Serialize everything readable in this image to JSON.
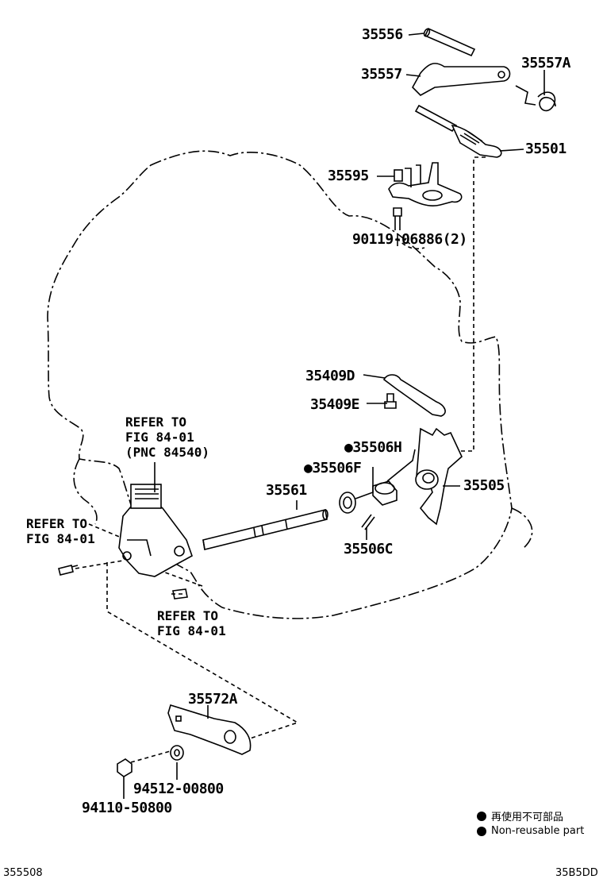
{
  "parts": [
    {
      "id": "p35556",
      "label": "35556"
    },
    {
      "id": "p35557",
      "label": "35557"
    },
    {
      "id": "p35557A",
      "label": "35557A"
    },
    {
      "id": "p35501",
      "label": "35501"
    },
    {
      "id": "p35595",
      "label": "35595"
    },
    {
      "id": "p90119",
      "label": "90119-06886(2)"
    },
    {
      "id": "p35409D",
      "label": "35409D"
    },
    {
      "id": "p35409E",
      "label": "35409E"
    },
    {
      "id": "p35506H",
      "label": "●35506H"
    },
    {
      "id": "p35506F",
      "label": "●35506F"
    },
    {
      "id": "p35561",
      "label": "35561"
    },
    {
      "id": "p35505",
      "label": "35505"
    },
    {
      "id": "p35506C",
      "label": "35506C"
    },
    {
      "id": "p35572A",
      "label": "35572A"
    },
    {
      "id": "p94512",
      "label": "94512-00800"
    },
    {
      "id": "p94110",
      "label": "94110-50800"
    }
  ],
  "refs": {
    "ref_top": "REFER TO\nFIG 84-01\n(PNC 84540)",
    "ref_left": "REFER TO\nFIG 84-01",
    "ref_bottom": "REFER TO\nFIG 84-01"
  },
  "legend": {
    "jp": "再使用不可部品",
    "en": "Non-reusable part"
  },
  "footer": {
    "left_code": "355508",
    "right_code": "35B5DD"
  }
}
